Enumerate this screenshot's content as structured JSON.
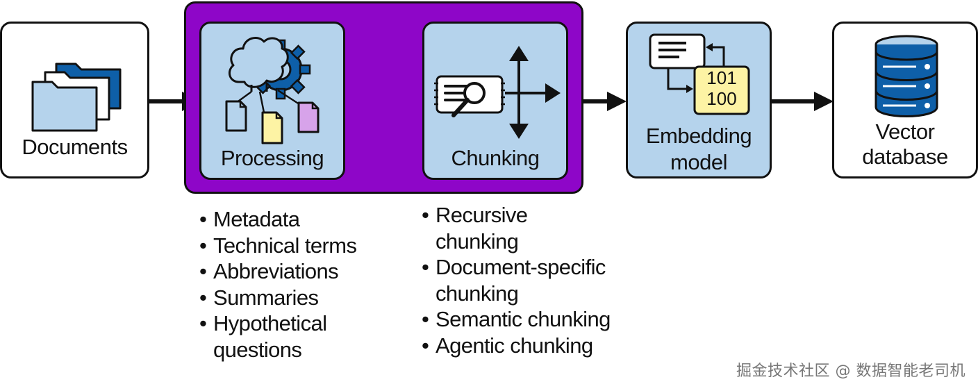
{
  "nodes": {
    "documents": {
      "label": "Documents"
    },
    "processing": {
      "label": "Processing"
    },
    "chunking": {
      "label": "Chunking"
    },
    "embedding": {
      "label_line1": "Embedding",
      "label_line2": "model",
      "binary_top": "101",
      "binary_bottom": "100"
    },
    "vector_db": {
      "label_line1": "Vector",
      "label_line2": "database"
    }
  },
  "processing_list": [
    {
      "lines": [
        "Metadata"
      ]
    },
    {
      "lines": [
        "Technical terms"
      ]
    },
    {
      "lines": [
        "Abbreviations"
      ]
    },
    {
      "lines": [
        "Summaries"
      ]
    },
    {
      "lines": [
        "Hypothetical",
        "questions"
      ]
    }
  ],
  "chunking_list": [
    {
      "lines": [
        "Recursive",
        "chunking"
      ]
    },
    {
      "lines": [
        "Document-specific",
        "chunking"
      ]
    },
    {
      "lines": [
        "Semantic chunking"
      ]
    },
    {
      "lines": [
        "Agentic chunking"
      ]
    }
  ],
  "watermark": "掘金技术社区 @ 数据智能老司机",
  "colors": {
    "pipeline_bg": "#8e06c8",
    "node_blue": "#b5d3ec",
    "icon_blue": "#0e5fa8",
    "doc_yellow": "#fdf3a4",
    "doc_purple": "#d7a3ea"
  }
}
